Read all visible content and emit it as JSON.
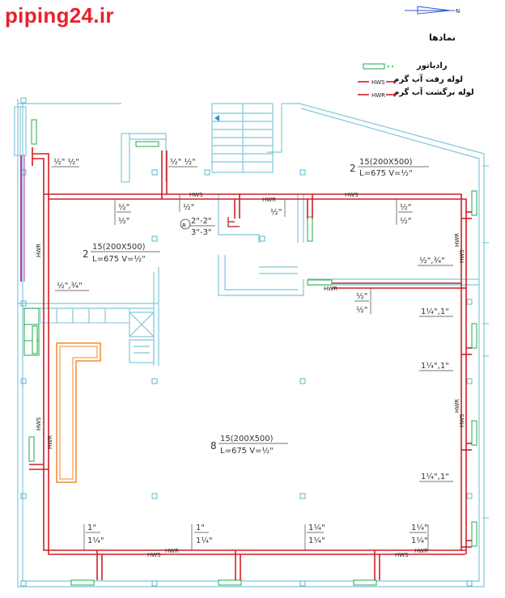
{
  "watermark": "piping24.ir",
  "north_label": "N",
  "legend": {
    "title": "نمادها",
    "radiator": "رادیاتور",
    "supply": "لوله رفت آب گرم",
    "return": "لوله برگشت آب گرم",
    "hws": "HWS",
    "hwr": "HWR"
  },
  "colors": {
    "wall": "#7fc8d8",
    "pipe": "#d11f26",
    "pipe_dark": "#9b1a1a",
    "radiator": "#1fa84a",
    "dim": "#333333",
    "orange": "#f08a2e",
    "magenta": "#b3369c",
    "blue": "#2d5bd6"
  },
  "rooms": [
    {
      "qty": "2",
      "size": "15(200X500)",
      "spec": "L=675  V=½\""
    },
    {
      "qty": "2",
      "size": "15(200X500)",
      "spec": "L=675  V=½\""
    },
    {
      "qty": "8",
      "size": "15(200X500)",
      "spec": "L=675  V=½\""
    }
  ],
  "pipe_sizes": {
    "half_half_a": "½\"  ½\"",
    "half_half_b": "½\"  ½\"",
    "half": "½\"",
    "half_34": "½\",¾\"",
    "q1_1": "1¼\",1\"",
    "one": "1\"",
    "q1": "1¼\"",
    "q1_q1": "1¼\""
  },
  "riser": {
    "mark": "R",
    "top": "2\"-2\"",
    "bottom": "3\"-3\""
  },
  "pipe_tags": {
    "hws": "HWS",
    "hwr": "HWR"
  }
}
